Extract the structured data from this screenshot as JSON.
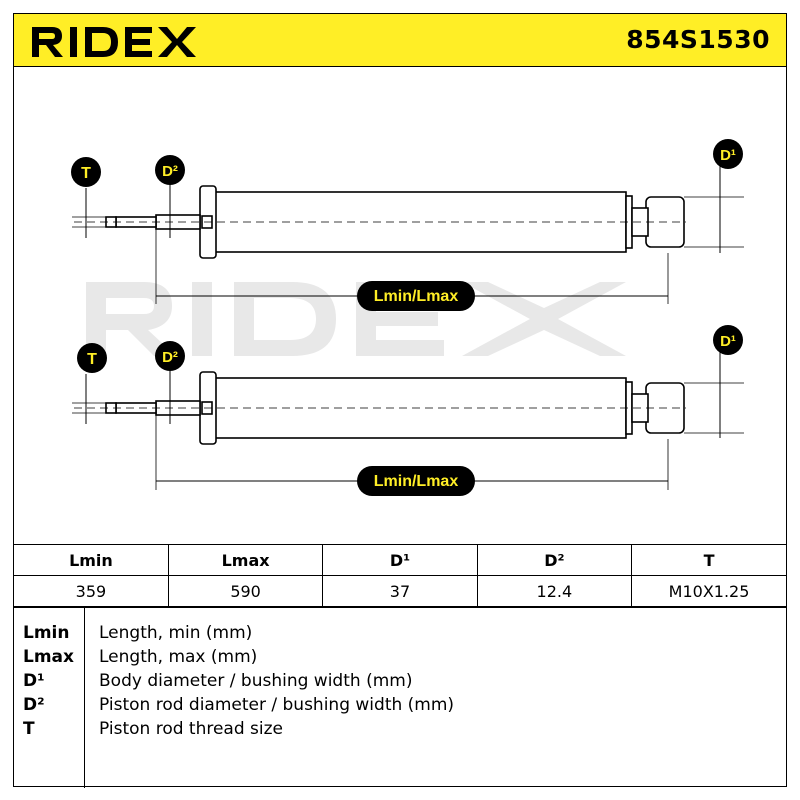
{
  "header": {
    "brand": "RIDEX",
    "part_number": "854S1530"
  },
  "drawing": {
    "upper": {
      "thread_label": "T",
      "rod_label": "D²",
      "body_label": "D¹",
      "length_label": "Lmin/Lmax"
    },
    "lower": {
      "thread_label": "T",
      "rod_label": "D²",
      "body_label": "D¹",
      "length_label": "Lmin/Lmax"
    },
    "watermark": "RIDEX",
    "colors": {
      "accent": "#ffee26",
      "watermark": "#e6e6e6"
    }
  },
  "specs": {
    "headers": [
      "Lmin",
      "Lmax",
      "D¹",
      "D²",
      "T"
    ],
    "values": [
      "359",
      "590",
      "37",
      "12.4",
      "M10X1.25"
    ]
  },
  "legend": [
    {
      "key": "Lmin",
      "desc": "Length, min (mm)"
    },
    {
      "key": "Lmax",
      "desc": "Length, max (mm)"
    },
    {
      "key": "D¹",
      "desc": "Body diameter / bushing width (mm)"
    },
    {
      "key": "D²",
      "desc": "Piston rod diameter / bushing width (mm)"
    },
    {
      "key": "T",
      "desc": "Piston rod thread size"
    }
  ]
}
